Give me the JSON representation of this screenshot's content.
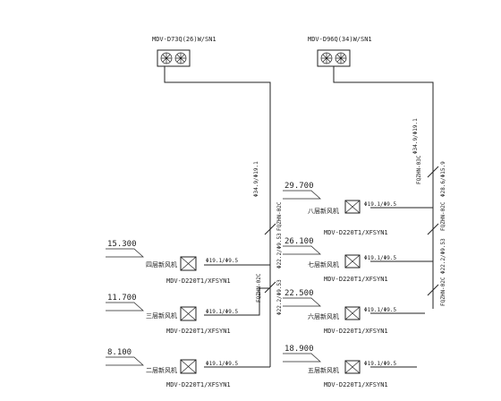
{
  "outdoor_units": [
    {
      "label": "MDV-D73Q(26)W/SN1"
    },
    {
      "label": "MDV-D96Q(34)W/SN1"
    }
  ],
  "elevations": [
    "29.700",
    "26.100",
    "22.500",
    "18.900",
    "15.300",
    "11.700",
    "8.100"
  ],
  "indoor_units": [
    {
      "model": "MDV-D220T1/XFSYN1",
      "room": "八层新风机",
      "pipe": "Φ19.1/Φ9.5"
    },
    {
      "model": "MDV-D220T1/XFSYN1",
      "room": "七层新风机",
      "pipe": "Φ19.1/Φ9.5"
    },
    {
      "model": "MDV-D220T1/XFSYN1",
      "room": "六层新风机",
      "pipe": "Φ19.1/Φ9.5"
    },
    {
      "model": "MDV-D220T1/XFSYN1",
      "room": "五层新风机",
      "pipe": "Φ19.1/Φ9.5"
    },
    {
      "model": "MDV-D220T1/XFSYN1",
      "room": "四层新风机",
      "pipe": "Φ19.1/Φ9.5"
    },
    {
      "model": "MDV-D220T1/XFSYN1",
      "room": "三层新风机",
      "pipe": "Φ19.1/Φ9.5"
    },
    {
      "model": "MDV-D220T1/XFSYN1",
      "room": "二层新风机",
      "pipe": "Φ19.1/Φ9.5"
    }
  ],
  "riser_labels": {
    "left_main": "Φ34.9/Φ19.1",
    "left_branch": "FQZHN-02C",
    "left_sub": "Φ22.2/Φ9.53",
    "left_branch2": "FQZHN-02C",
    "left_sub2": "Φ22.2/Φ9.53",
    "right_main": "Φ34.9/Φ19.1",
    "right_branch": "FQZHN-03C",
    "right_sub": "Φ28.6/Φ15.9",
    "right_branch2": "FQZHN-02C",
    "right_sub2": "Φ22.2/Φ9.53",
    "right_branch3": "FQZHN-02C"
  }
}
